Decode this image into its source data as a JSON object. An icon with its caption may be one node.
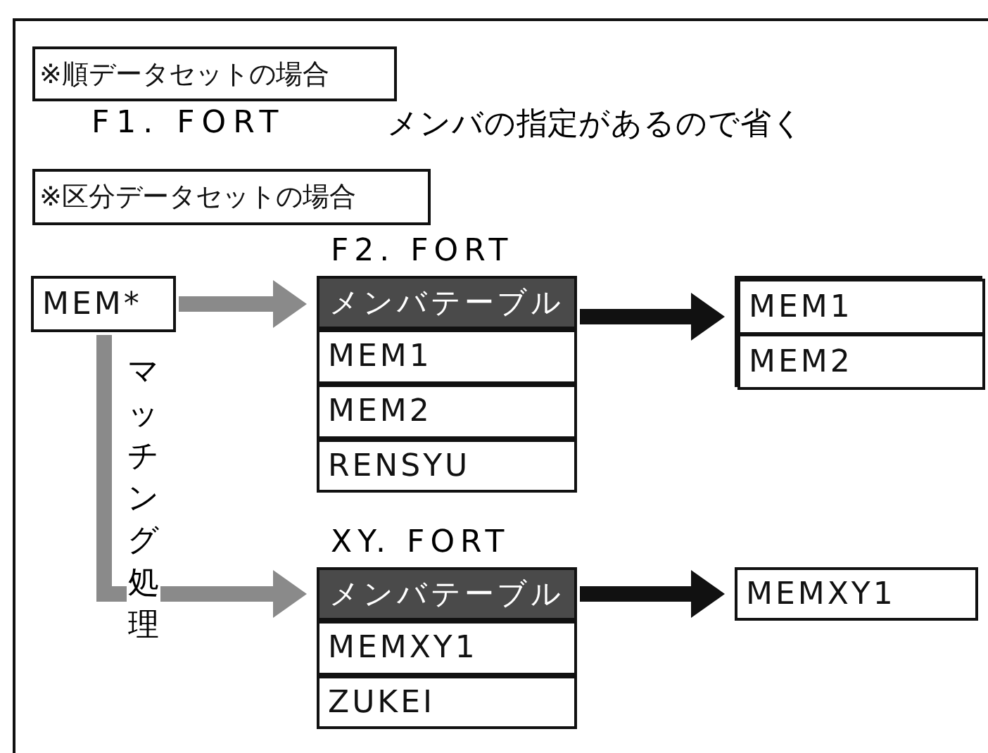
{
  "diagram": {
    "nodes": [
      {
        "text": [
          "※順データセットの場合"
        ]
      },
      {
        "text": [
          "※区分データセットの場合"
        ]
      },
      {
        "text": [
          "MEM*"
        ]
      },
      {
        "text": [
          "F2. FORT"
        ]
      },
      {
        "text": [
          "メンバテーブル"
        ],
        "in": 3
      },
      {
        "text": [
          "MEM1"
        ],
        "in": 3
      },
      {
        "text": [
          "MEM2"
        ],
        "in": 3
      },
      {
        "text": [
          "RENSYU"
        ],
        "in": 3
      },
      {
        "text": [],
        "shape": "box"
      },
      {
        "text": [
          "MEM1"
        ],
        "in": 8
      },
      {
        "text": [
          "MEM2"
        ],
        "in": 8
      },
      {
        "text": [
          "XY. FORT"
        ]
      },
      {
        "text": [
          "メンバテーブル"
        ],
        "in": 11
      },
      {
        "text": [
          "MEMXY1"
        ],
        "in": 11
      },
      {
        "text": [
          "ZUKEI"
        ],
        "in": 11
      },
      {
        "text": [
          "MEMXY1"
        ]
      }
    ],
    "edges": [
      {
        "from": 2,
        "to": 4,
        "arrow": "to",
        "color": "#8a8a8a"
      },
      {
        "from": 4,
        "to": 8,
        "arrow": "to",
        "color": "#111111"
      },
      {
        "from": 2,
        "to": 12,
        "arrow": "to",
        "label": "マッチング処理",
        "color": "#8a8a8a"
      },
      {
        "from": 12,
        "to": 15,
        "arrow": "to",
        "color": "#111111"
      }
    ],
    "labels": [
      "F1. FORT",
      "メンバの指定があるので省く"
    ]
  }
}
